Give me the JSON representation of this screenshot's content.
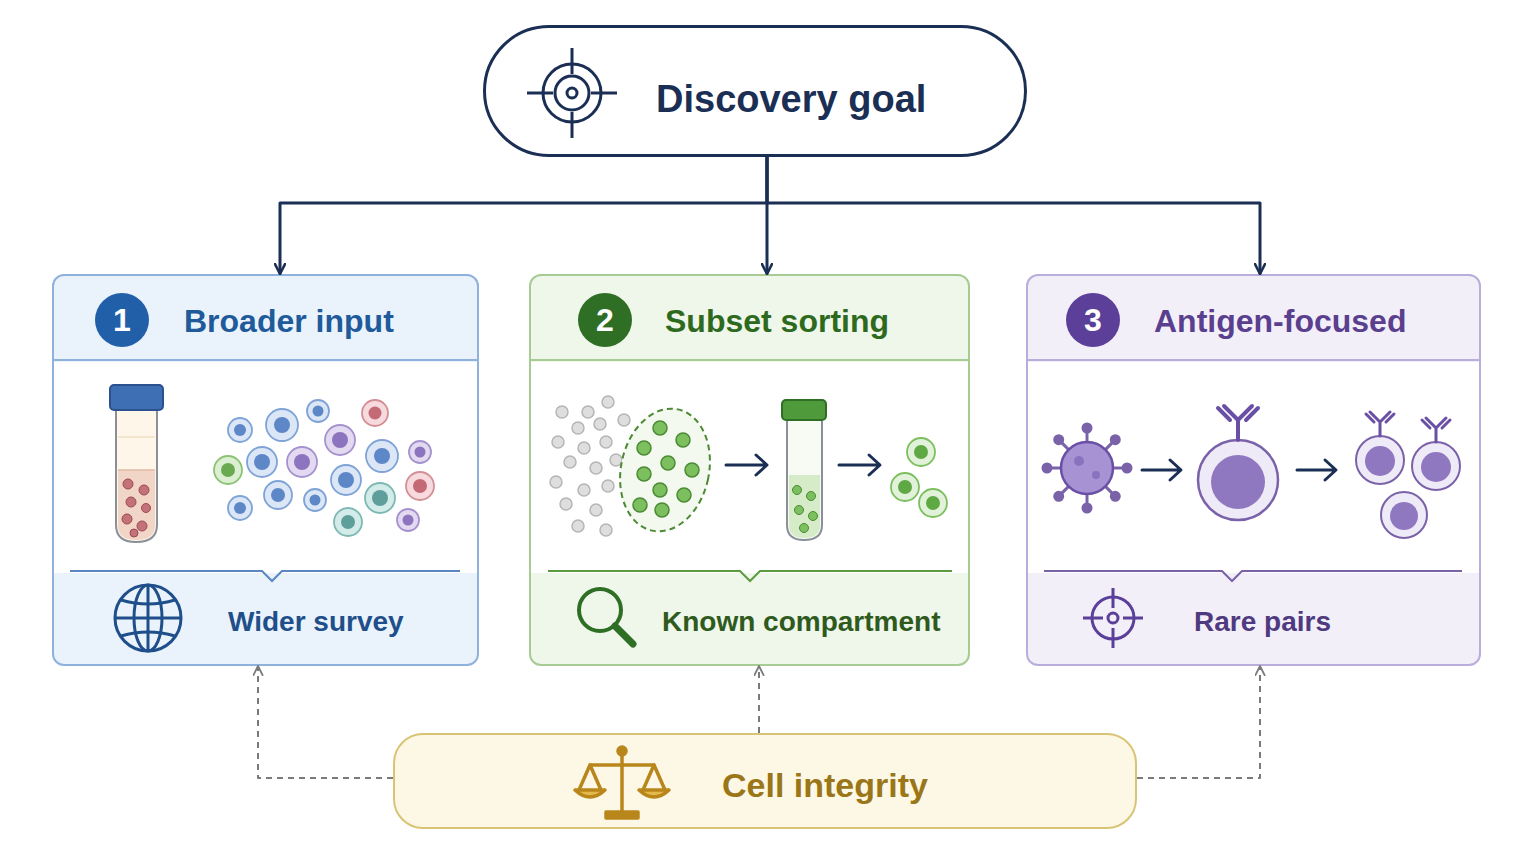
{
  "diagram": {
    "nodes": [
      {
        "text": [
          "Discovery goal"
        ]
      },
      {
        "text": [
          "1",
          "Broader input",
          "Wider survey"
        ]
      },
      {
        "text": [
          "2",
          "Subset sorting",
          "Known compartment"
        ]
      },
      {
        "text": [
          "3",
          "Antigen-focused",
          "Rare pairs"
        ]
      },
      {
        "text": [
          "Cell integrity"
        ]
      }
    ],
    "edges": [
      {
        "from": 0,
        "to": 1,
        "arrow": "to"
      },
      {
        "from": 0,
        "to": 2,
        "arrow": "to"
      },
      {
        "from": 0,
        "to": 3,
        "arrow": "to"
      },
      {
        "from": 4,
        "to": 1,
        "arrow": "to"
      },
      {
        "from": 4,
        "to": 2,
        "arrow": "to"
      },
      {
        "from": 4,
        "to": 3,
        "arrow": "to"
      }
    ]
  }
}
